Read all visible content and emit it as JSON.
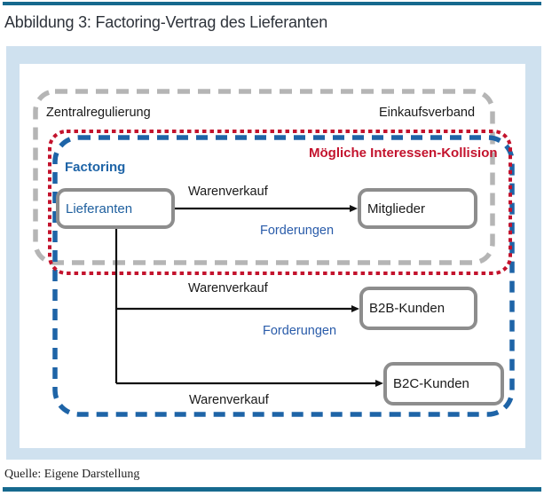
{
  "header": {
    "title": "Abbildung 3: Factoring-Vertrag des Lieferanten"
  },
  "footer": {
    "source": "Quelle: Eigene Darstellung"
  },
  "colors": {
    "accent_bar_teal": "#16698e",
    "panel_background": "#cfe1ef",
    "factoring_blue": "#1e64a7",
    "collision_red": "#c3132d",
    "outer_group_gray": "#b5b5b5",
    "node_border_gray": "#8d8d8d",
    "arrow_black": "#111111"
  },
  "diagram": {
    "groups": {
      "zentralregulierung": {
        "label_left": "Zentralregulierung",
        "label_right": "Einkaufsverband",
        "border_style": "gray-dashed"
      },
      "kollision": {
        "label": "Mögliche Interessen-Kollision",
        "border_style": "red-dotted"
      },
      "factoring": {
        "label": "Factoring",
        "border_style": "blue-dashed"
      }
    },
    "nodes": {
      "lieferanten": {
        "label": "Lieferanten"
      },
      "mitglieder": {
        "label": "Mitglieder"
      },
      "b2b": {
        "label": "B2B-Kunden"
      },
      "b2c": {
        "label": "B2C-Kunden"
      }
    },
    "edges": {
      "lieferanten_mitglieder": {
        "label_top": "Warenverkauf",
        "label_bottom": "Forderungen"
      },
      "lieferanten_b2b": {
        "label_top": "Warenverkauf",
        "label_bottom": "Forderungen"
      },
      "lieferanten_b2c": {
        "label_bottom": "Warenverkauf"
      }
    }
  }
}
